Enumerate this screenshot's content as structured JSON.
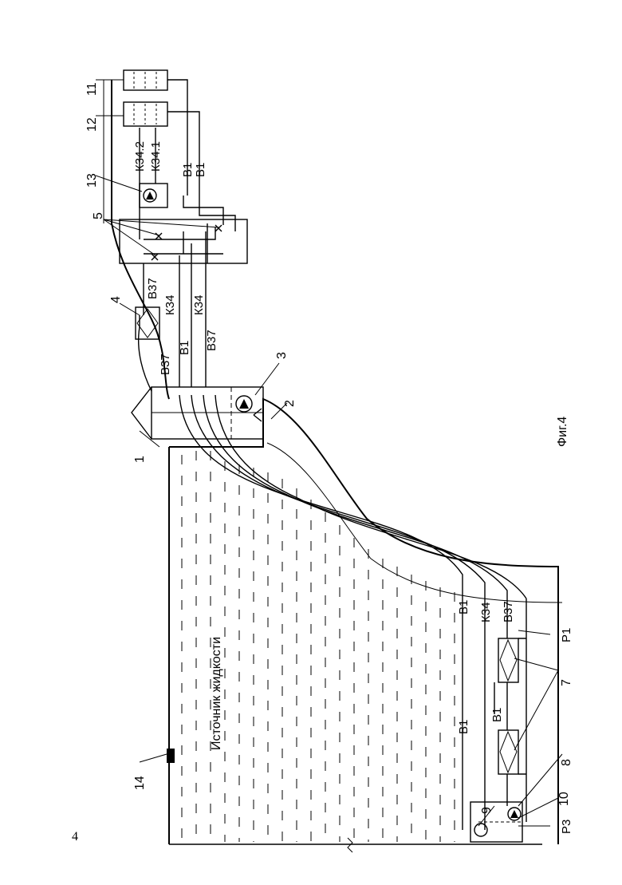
{
  "page_number": "4",
  "figure_caption": "Фиг.4",
  "source_label": "Источник жидкости",
  "callouts": [
    "1",
    "2",
    "3",
    "4",
    "5",
    "7",
    "8",
    "9",
    "10",
    "11",
    "12",
    "13",
    "14"
  ],
  "pipe_labels": {
    "b37_top_left": "В37",
    "b37_top_right": "В37",
    "k34_top": "К34",
    "b1_mid": "В1",
    "k34_mid": "К34",
    "b37_mid": "В37",
    "k34_2": "К34.2",
    "k34_1": "К34.1",
    "b1_top_a": "В1",
    "b1_top_b": "В1",
    "b1_bottom_main": "В1",
    "k34_bottom": "К34",
    "b37_bottom": "В37",
    "b1_bottom_inner": "В1",
    "b1_bottom_left": "В1"
  },
  "pressure_labels": {
    "p1": "Р1",
    "p3": "Р3"
  }
}
